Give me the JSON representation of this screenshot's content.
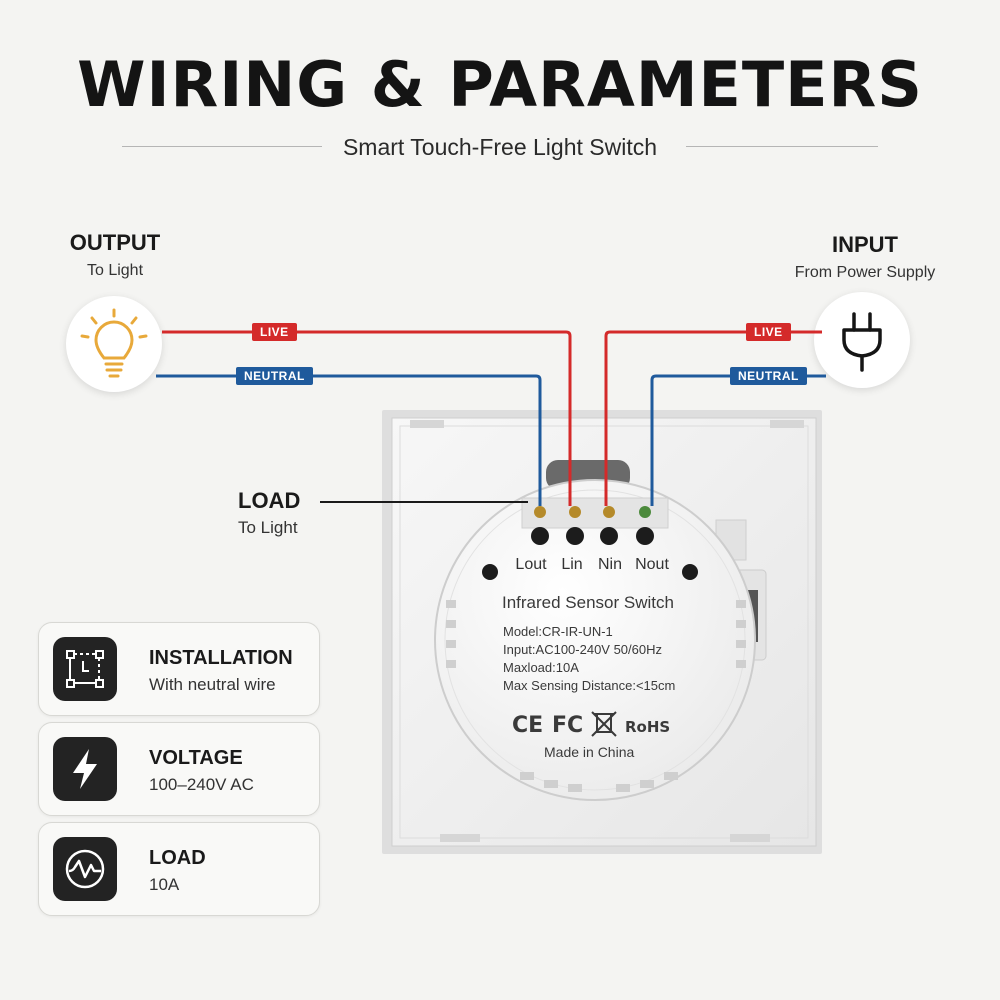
{
  "header": {
    "title": "WIRING & PARAMETERS",
    "subtitle": "Smart Touch-Free Light Switch"
  },
  "output": {
    "heading": "OUTPUT",
    "sub": "To Light",
    "icon": "light-bulb-icon"
  },
  "input": {
    "heading": "INPUT",
    "sub": "From Power Supply",
    "icon": "power-plug-icon"
  },
  "wire_tags": {
    "left_live": "LIVE",
    "left_neutral": "NEUTRAL",
    "right_live": "LIVE",
    "right_neutral": "NEUTRAL"
  },
  "load_label": {
    "heading": "LOAD",
    "sub": "To Light"
  },
  "device": {
    "terminals": [
      "Lout",
      "Lin",
      "Nin",
      "Nout"
    ],
    "name": "Infrared Sensor Switch",
    "specs": [
      "Model:CR-IR-UN-1",
      "Input:AC100-240V 50/60Hz",
      "Maxload:10A",
      "Max Sensing Distance:<15cm"
    ],
    "certifications": {
      "ce": "CE",
      "fc": "FC",
      "rohs": "RoHS"
    },
    "origin": "Made in China"
  },
  "cards": [
    {
      "title": "INSTALLATION",
      "value": "With neutral wire",
      "icon": "wiring-diagram-icon"
    },
    {
      "title": "VOLTAGE",
      "value": "100–240V AC",
      "icon": "lightning-bolt-icon"
    },
    {
      "title": "LOAD",
      "value": "10A",
      "icon": "waveform-icon"
    }
  ],
  "colors": {
    "live": "#d42a2a",
    "neutral": "#1f5a9c",
    "bulb": "#e8a93a",
    "card_icon_bg": "#232323"
  }
}
